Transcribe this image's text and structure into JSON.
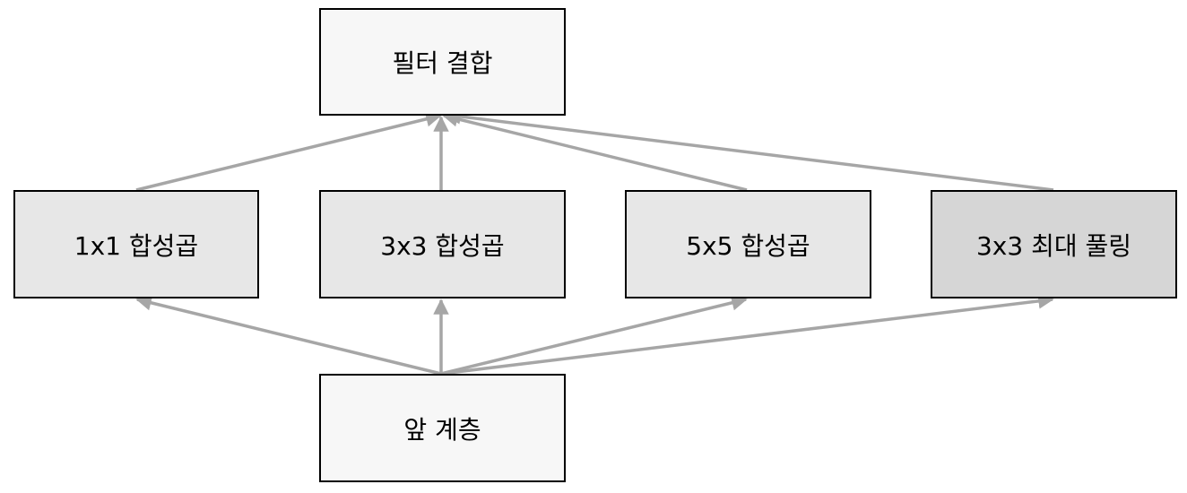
{
  "colors": {
    "arrow": "#a6a6a6",
    "border": "#000000",
    "light_fill": "#f7f7f7",
    "mid_fill": "#e7e7e7",
    "pool_fill": "#d6d6d6"
  },
  "diagram": {
    "output_node": {
      "label": "필터 결합"
    },
    "branches": [
      {
        "label": "1x1 합성곱"
      },
      {
        "label": "3x3 합성곱"
      },
      {
        "label": "5x5 합성곱"
      },
      {
        "label": "3x3 최대 풀링"
      }
    ],
    "input_node": {
      "label": "앞 계층"
    }
  }
}
